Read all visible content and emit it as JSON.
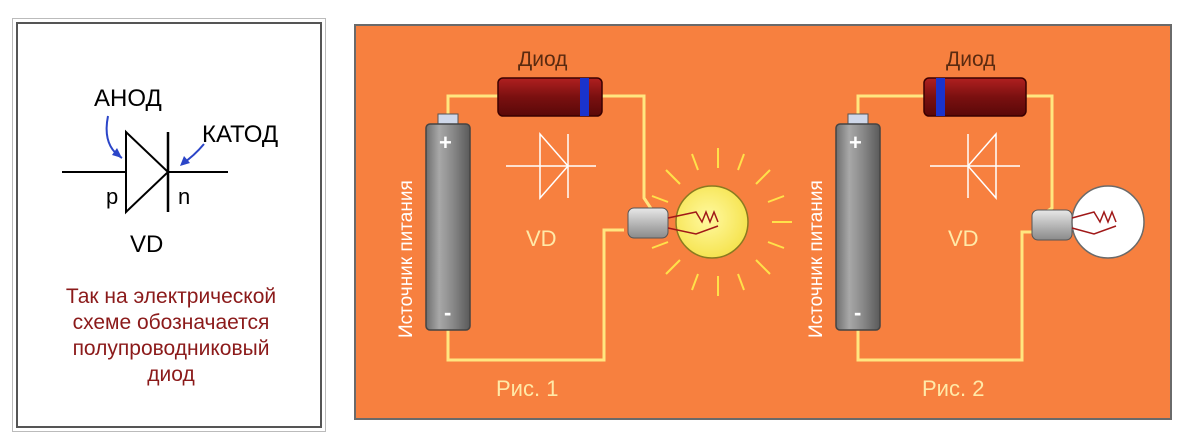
{
  "symbol_panel": {
    "anode_label": "АНОД",
    "cathode_label": "КАТОД",
    "p_label": "p",
    "n_label": "n",
    "vd_label": "VD",
    "caption_lines": [
      "Так на электрической",
      "схеме обозначается",
      "полупроводниковый",
      "диод"
    ]
  },
  "circuits": [
    {
      "diode_label": "Диод",
      "source_label": "Источник питания",
      "vd_label": "VD",
      "plus": "+",
      "minus": "-",
      "figure_label": "Рис. 1",
      "lamp_state": "on"
    },
    {
      "diode_label": "Диод",
      "source_label": "Источник питания",
      "vd_label": "VD",
      "plus": "+",
      "minus": "-",
      "figure_label": "Рис. 2",
      "lamp_state": "off"
    }
  ],
  "colors": {
    "panel_background": "#f7803f",
    "diode_body": "#8b1a1a",
    "cathode_band": "#1a33cc",
    "wire": "#ffe680",
    "battery": "#8a8a8a",
    "caption_text": "#8b1a1a"
  }
}
